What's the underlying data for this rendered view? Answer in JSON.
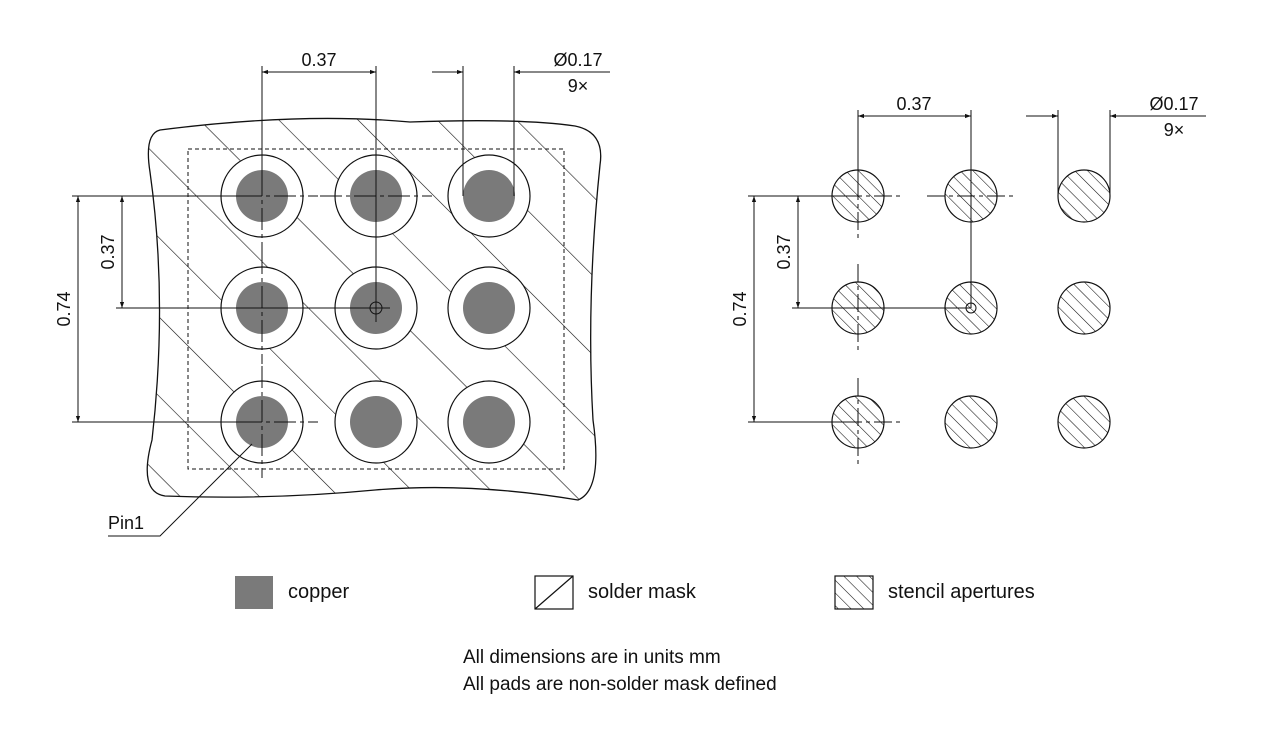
{
  "left_view": {
    "pitch_x_label": "0.37",
    "diameter_label": "Ø0.17",
    "count_label": "9×",
    "pitch_y_label": "0.37",
    "span_y_label": "0.74",
    "pin1_label": "Pin1"
  },
  "right_view": {
    "pitch_x_label": "0.37",
    "diameter_label": "Ø0.17",
    "count_label": "9×",
    "pitch_y_label": "0.37",
    "span_y_label": "0.74"
  },
  "legend": [
    {
      "key": "copper",
      "label": "copper"
    },
    {
      "key": "solder-mask",
      "label": "solder mask"
    },
    {
      "key": "stencil",
      "label": "stencil apertures"
    }
  ],
  "notes": {
    "line1": "All dimensions are in units mm",
    "line2": "All pads are non-solder mask defined"
  },
  "colors": {
    "copper": "#7a7a7a",
    "line": "#111111"
  }
}
